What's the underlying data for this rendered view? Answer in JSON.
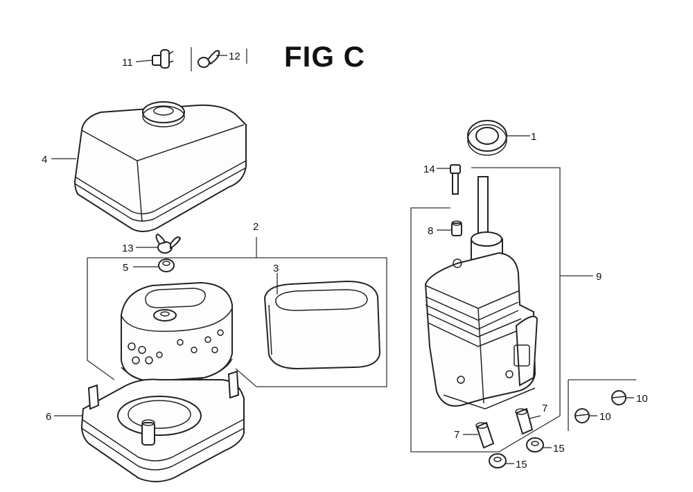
{
  "figure": {
    "title": "FIG C"
  },
  "callouts": {
    "c1": "1",
    "c2": "2",
    "c3": "3",
    "c4": "4",
    "c5": "5",
    "c6": "6",
    "c7a": "7",
    "c7b": "7",
    "c8": "8",
    "c9": "9",
    "c10a": "10",
    "c10b": "10",
    "c11": "11",
    "c12": "12",
    "c13": "13",
    "c14": "14",
    "c15a": "15",
    "c15b": "15"
  }
}
